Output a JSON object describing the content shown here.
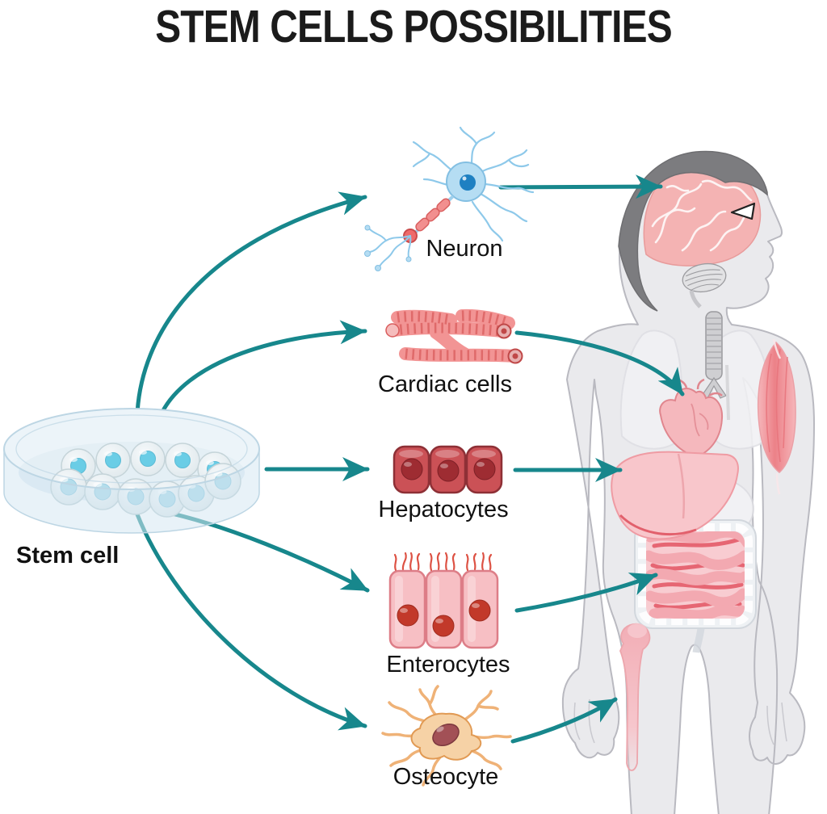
{
  "title": "STEM CELLS POSSIBILITIES",
  "source_cell": {
    "label": "Stem cell",
    "container": "petri-dish",
    "cell_count": 11
  },
  "cell_types": [
    {
      "label": "Neuron",
      "icon": "neuron-cell",
      "target_organ": "brain"
    },
    {
      "label": "Cardiac cells",
      "icon": "cardiac-muscle-fibers",
      "target_organ": "heart"
    },
    {
      "label": "Hepatocytes",
      "icon": "liver-cells",
      "target_organ": "liver"
    },
    {
      "label": "Enterocytes",
      "icon": "intestinal-lining-cells",
      "target_organ": "small-intestine"
    },
    {
      "label": "Osteocyte",
      "icon": "bone-cell",
      "target_organ": "femur-bone"
    }
  ],
  "colors": {
    "arrow": "#17878c",
    "title_text": "#1b1b1b",
    "label_text": "#111111",
    "body_silhouette": "#eaeaed",
    "body_outline": "#b9b9c0",
    "hair": "#7c7c7f",
    "brain_pink": "#f4b3b3",
    "organ_pink": "#f8c6cb",
    "organ_accent_red": "#e2606c",
    "neuron_blue": "#b5ddf3",
    "neuron_nucleus_blue": "#1e80c2",
    "myelin_red": "#ef6a6a",
    "cardiac_red": "#f29494",
    "hepatocyte_red": "#cb5156",
    "enterocyte_pink": "#f7bfc4",
    "enterocyte_nucleus": "#c2392a",
    "osteocyte_tan": "#f6d2a6",
    "osteocyte_nucleus": "#a25056",
    "stem_cell_body": "#e6edef",
    "stem_cell_nucleus_bright": "#3dbfdf",
    "stem_cell_nucleus_pale": "#9fd4e6",
    "dish_glass": "#dce9f2"
  }
}
